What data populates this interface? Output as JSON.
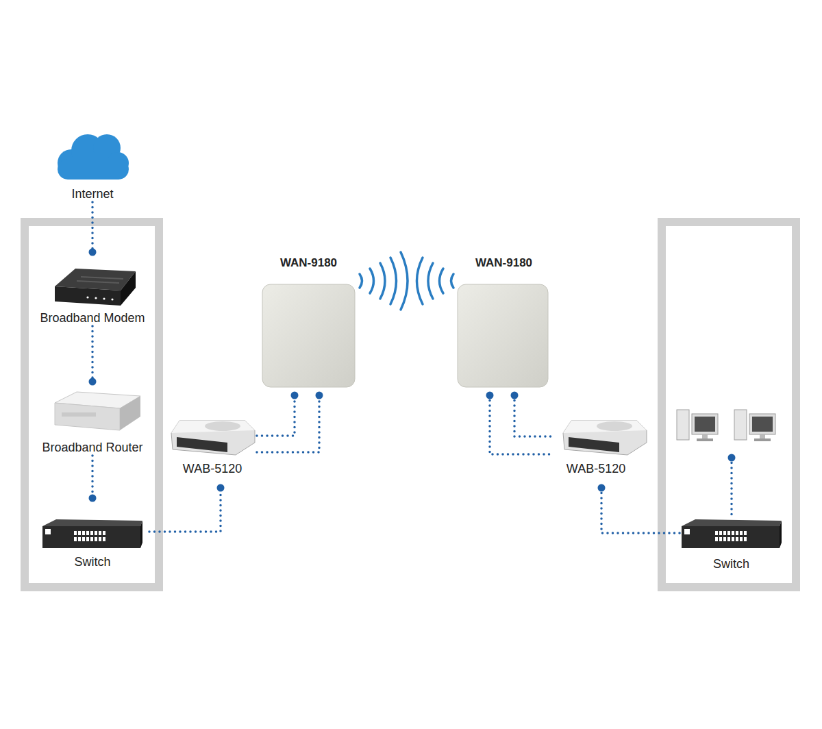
{
  "diagram": {
    "nodes": [
      {
        "text": [
          "Internet"
        ]
      },
      {
        "text": []
      },
      {
        "text": [
          "Broadband Modem"
        ],
        "in": 1
      },
      {
        "text": [
          "Broadband Router"
        ],
        "in": 1
      },
      {
        "text": [
          "Switch"
        ],
        "in": 1
      },
      {
        "text": [
          "WAB-5120"
        ]
      },
      {
        "text": [
          "WAN-9180"
        ]
      },
      {
        "text": [
          "WAN-9180"
        ]
      },
      {
        "text": [
          "WAB-5120"
        ]
      },
      {
        "text": []
      },
      {
        "text": [
          "Switch"
        ],
        "in": 9
      }
    ],
    "edges": [
      {
        "from": 0,
        "to": 2,
        "arrow": "none"
      },
      {
        "from": 2,
        "to": 3,
        "arrow": "none"
      },
      {
        "from": 3,
        "to": 4,
        "arrow": "none"
      },
      {
        "from": 4,
        "to": 5,
        "arrow": "none"
      },
      {
        "from": 5,
        "to": 6,
        "arrow": "none"
      },
      {
        "from": 5,
        "to": 6,
        "arrow": "none"
      },
      {
        "from": 7,
        "to": 8,
        "arrow": "none"
      },
      {
        "from": 7,
        "to": 8,
        "arrow": "none"
      },
      {
        "from": 8,
        "to": 10,
        "arrow": "none"
      }
    ]
  }
}
